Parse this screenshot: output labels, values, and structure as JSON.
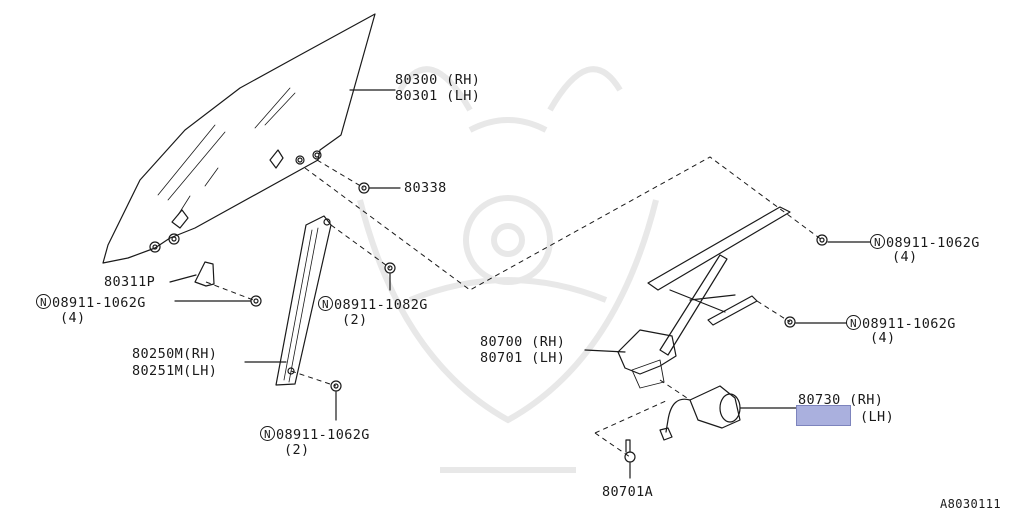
{
  "diagram": {
    "figure_id": "A8030111",
    "colors": {
      "line": "#1a1a1a",
      "highlight": "#aab0de",
      "watermark": "#e6e6e6"
    },
    "labels": {
      "glass_rh": "80300 (RH)",
      "glass_lh": "80301 (LH)",
      "clip": "80338",
      "bracket": "80311P",
      "bolt_left_code": "08911-1062G",
      "bolt_left_qty": "(4)",
      "bolt_center_code": "08911-1082G",
      "bolt_center_qty": "(2)",
      "sash_rh": "80250M(RH)",
      "sash_lh": "80251M(LH)",
      "bolt_bottom_code": "08911-1062G",
      "bolt_bottom_qty": "(2)",
      "bolt_right_top_code": "08911-1062G",
      "bolt_right_top_qty": "(4)",
      "bolt_right_mid_code": "08911-1062G",
      "bolt_right_mid_qty": "(4)",
      "regulator_rh": "80700 (RH)",
      "regulator_lh": "80701 (LH)",
      "motor_rh": "80730 (RH)",
      "motor_lh": "(LH)",
      "screw": "80701A",
      "nut_symbol": "N"
    }
  }
}
